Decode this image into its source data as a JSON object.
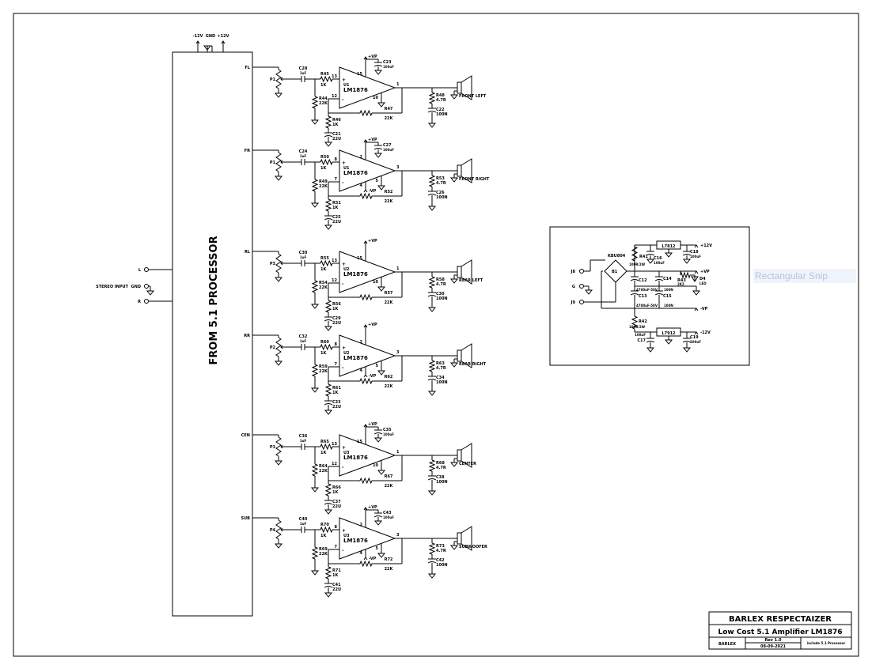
{
  "processor": {
    "title": "FROM 5.1 PROCESSOR",
    "supply_labels": [
      "-12V",
      "GND",
      "+12V"
    ],
    "inputs": {
      "left": "L",
      "gnd": "GND",
      "right": "R",
      "label": "STEREO INPUT"
    }
  },
  "channels": [
    {
      "pin": "FL",
      "pot": "P1",
      "cin": "C28",
      "cin_v": "1uF",
      "rin": "R45",
      "rin_v": "1K",
      "rsh": "R44",
      "rsh_v": "22K",
      "ic": "U1",
      "part": "LM1876",
      "p_plus": "13",
      "p_minus": "12",
      "p_sup": "15",
      "p_out": "1",
      "p_gnd": "10",
      "sup": "+VP",
      "byp": "C23",
      "byp_v": "100uF",
      "neg": "",
      "neg_pin": "",
      "rf": "R47",
      "rf_v": "22K",
      "rg": "R46",
      "rg_v": "1K",
      "cg": "C21",
      "cg_v": "22U",
      "rz": "R48",
      "rz_v": "4.7R",
      "cz": "C22",
      "cz_v": "100N",
      "spk": "FRONT LEFT"
    },
    {
      "pin": "FR",
      "pot": "P1",
      "cin": "C24",
      "cin_v": "1uF",
      "rin": "R50",
      "rin_v": "1K",
      "rsh": "R49",
      "rsh_v": "22K",
      "ic": "U1",
      "part": "LM1876",
      "p_plus": "8",
      "p_minus": "7",
      "p_sup": "2",
      "p_out": "3",
      "p_gnd": "5",
      "sup": "+VP",
      "byp": "C27",
      "byp_v": "100uF",
      "neg": "-VP",
      "neg_pin": "4",
      "rf": "R52",
      "rf_v": "22K",
      "rg": "R51",
      "rg_v": "1K",
      "cg": "C25",
      "cg_v": "22U",
      "rz": "R53",
      "rz_v": "4.7R",
      "cz": "C26",
      "cz_v": "100N",
      "spk": "FRONT RIGHT"
    },
    {
      "pin": "RL",
      "pot": "P3",
      "cin": "C30",
      "cin_v": "1uF",
      "rin": "R55",
      "rin_v": "1K",
      "rsh": "R54",
      "rsh_v": "22K",
      "ic": "U2",
      "part": "LM1876",
      "p_plus": "13",
      "p_minus": "12",
      "p_sup": "15",
      "p_out": "1",
      "p_gnd": "10",
      "sup": "+VP",
      "byp": "",
      "byp_v": "",
      "neg": "",
      "neg_pin": "",
      "rf": "R57",
      "rf_v": "22K",
      "rg": "R56",
      "rg_v": "1K",
      "cg": "C29",
      "cg_v": "22U",
      "rz": "R58",
      "rz_v": "4.7R",
      "cz": "C30",
      "cz_v": "100N",
      "spk": "REAR LEFT"
    },
    {
      "pin": "RR",
      "pot": "P2",
      "cin": "C32",
      "cin_v": "1uF",
      "rin": "R60",
      "rin_v": "1K",
      "rsh": "R59",
      "rsh_v": "22K",
      "ic": "U2",
      "part": "LM1876",
      "p_plus": "8",
      "p_minus": "7",
      "p_sup": "2",
      "p_out": "3",
      "p_gnd": "5",
      "sup": "+VP",
      "byp": "",
      "byp_v": "",
      "neg": "-VP",
      "neg_pin": "4",
      "rf": "R62",
      "rf_v": "22K",
      "rg": "R61",
      "rg_v": "1K",
      "cg": "C33",
      "cg_v": "22U",
      "rz": "R63",
      "rz_v": "4.7R",
      "cz": "C34",
      "cz_v": "100N",
      "spk": "REAR RIGHT"
    },
    {
      "pin": "CEN",
      "pot": "P3",
      "cin": "C36",
      "cin_v": "1uF",
      "rin": "R65",
      "rin_v": "1K",
      "rsh": "R64",
      "rsh_v": "22K",
      "ic": "U3",
      "part": "LM1876",
      "p_plus": "13",
      "p_minus": "12",
      "p_sup": "15",
      "p_out": "1",
      "p_gnd": "10",
      "sup": "+VP",
      "byp": "C35",
      "byp_v": "100uF",
      "neg": "",
      "neg_pin": "",
      "rf": "R67",
      "rf_v": "22K",
      "rg": "R66",
      "rg_v": "1K",
      "cg": "C37",
      "cg_v": "22U",
      "rz": "R68",
      "rz_v": "4.7R",
      "cz": "C38",
      "cz_v": "100N",
      "spk": "CENTER"
    },
    {
      "pin": "SUB",
      "pot": "P4",
      "cin": "C40",
      "cin_v": "1uF",
      "rin": "R70",
      "rin_v": "1K",
      "rsh": "R69",
      "rsh_v": "22K",
      "ic": "U3",
      "part": "LM1876",
      "p_plus": "8",
      "p_minus": "7",
      "p_sup": "2",
      "p_out": "3",
      "p_gnd": "5",
      "sup": "+VP",
      "byp": "C43",
      "byp_v": "100uF",
      "neg": "-VP",
      "neg_pin": "4",
      "rf": "R72",
      "rf_v": "22K",
      "rg": "R71",
      "rg_v": "1K",
      "cg": "C41",
      "cg_v": "22U",
      "rz": "R73",
      "rz_v": "4.7R",
      "cz": "C42",
      "cz_v": "100N",
      "spk": "SUBWOOFER"
    }
  ],
  "power": {
    "j_top": "J8",
    "j_mid": "G",
    "j_bot": "J9",
    "bridge": "KBU804",
    "bridge_ref": "B1",
    "r41": "R41",
    "r41_v": "100R/2W",
    "r42": "R42",
    "r42_v": "100R/2W",
    "reg_pos": "L7812",
    "reg_neg": "L7912",
    "c16": "C16",
    "c16_v": "100uF",
    "c18": "C18",
    "c18_v": "100uF",
    "c17": "C17",
    "c17_v": "100uF",
    "c19": "C19",
    "c19_v": "100uF",
    "c12": "C12",
    "c12_v": "4700uF-50V",
    "c13": "C13",
    "c13_v": "4700uF-50V",
    "c14": "C14",
    "c14_v": "100N",
    "c15": "C15",
    "c15_v": "100N",
    "r43": "R43",
    "r43_v": "2K2",
    "d4": "D4",
    "d4_v": "LED",
    "pos12": "+12V",
    "neg12": "-12V",
    "vp": "+VP",
    "vn": "-VP"
  },
  "title_block": {
    "company": "BARLEX RESPECTAIZER",
    "title": "Low Cost 5.1 Amplifier LM1876",
    "author": "BARLEX",
    "rev": "Rev 1.0",
    "date": "08-09-2021",
    "sheet": "include 5.1 Processor"
  },
  "overlay": {
    "snip_text": "Rectangular Snip"
  }
}
